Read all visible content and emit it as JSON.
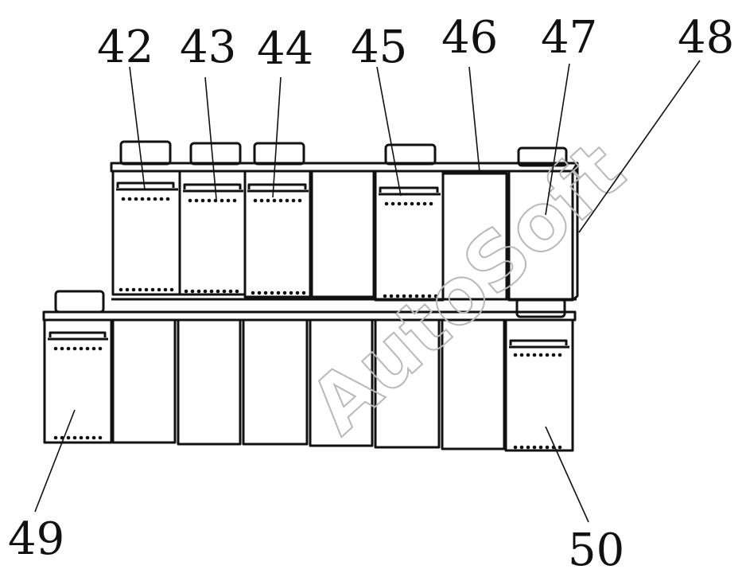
{
  "diagram": {
    "callouts": [
      {
        "id": "c42",
        "label": "42"
      },
      {
        "id": "c43",
        "label": "43"
      },
      {
        "id": "c44",
        "label": "44"
      },
      {
        "id": "c45",
        "label": "45"
      },
      {
        "id": "c46",
        "label": "46"
      },
      {
        "id": "c47",
        "label": "47"
      },
      {
        "id": "c48",
        "label": "48"
      },
      {
        "id": "c49",
        "label": "49"
      },
      {
        "id": "c50",
        "label": "50"
      }
    ],
    "watermark": "AutoSoft"
  },
  "colors": {
    "line": "#111111",
    "background": "#ffffff",
    "watermark": "#b9b9b9"
  }
}
